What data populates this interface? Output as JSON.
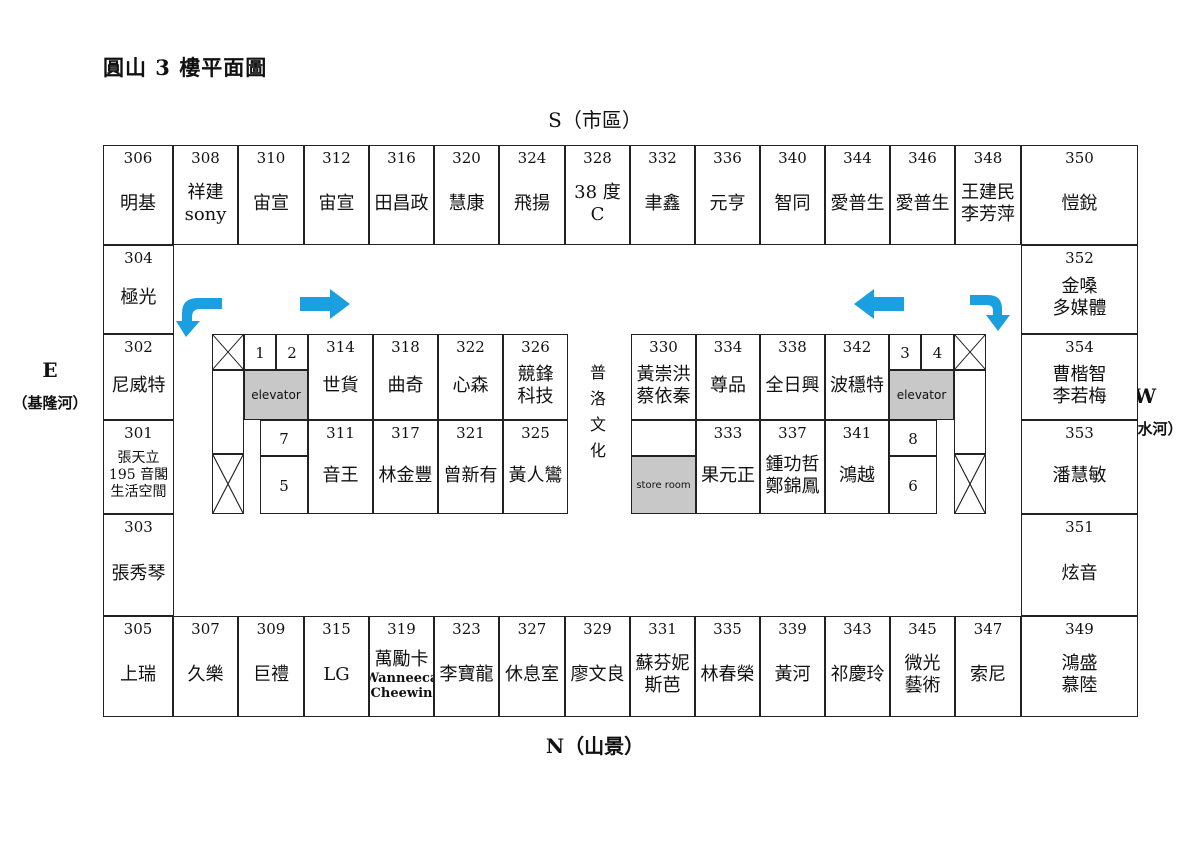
{
  "title": "圓山 3 樓平面圖",
  "directions": {
    "south": "S（市區）",
    "north": "N（山景）",
    "east": "E",
    "east_sub": "（基隆河）",
    "west": "W",
    "west_sub": "（淡水河）"
  },
  "booths": [
    {
      "num": "306",
      "name": "明基"
    },
    {
      "num": "308",
      "name": "祥建\nsony"
    },
    {
      "num": "310",
      "name": "宙宣"
    },
    {
      "num": "312",
      "name": "宙宣"
    },
    {
      "num": "316",
      "name": "田昌政"
    },
    {
      "num": "320",
      "name": "慧康"
    },
    {
      "num": "324",
      "name": "飛揚"
    },
    {
      "num": "328",
      "name": "38 度 C"
    },
    {
      "num": "332",
      "name": "聿鑫"
    },
    {
      "num": "336",
      "name": "元亨"
    },
    {
      "num": "340",
      "name": "智同"
    },
    {
      "num": "344",
      "name": "愛普生"
    },
    {
      "num": "346",
      "name": "愛普生"
    },
    {
      "num": "348",
      "name": "王建民\n李芳萍"
    },
    {
      "num": "350",
      "name": "愷銳"
    },
    {
      "num": "304",
      "name": "極光"
    },
    {
      "num": "352",
      "name": "金嗓\n多媒體"
    },
    {
      "num": "302",
      "name": "尼威特"
    },
    {
      "num": "354",
      "name": "曹楷智\n李若梅"
    },
    {
      "num": "301",
      "name": "張天立\n195 音閣\n生活空間"
    },
    {
      "num": "353",
      "name": "潘慧敏"
    },
    {
      "num": "303",
      "name": "張秀琴"
    },
    {
      "num": "351",
      "name": "炫音"
    },
    {
      "num": "305",
      "name": "上瑞"
    },
    {
      "num": "307",
      "name": "久樂"
    },
    {
      "num": "309",
      "name": "巨禮"
    },
    {
      "num": "315",
      "name": "LG"
    },
    {
      "num": "319",
      "name": "萬勵卡\nWanneeca\nCheewin"
    },
    {
      "num": "323",
      "name": "李寶龍"
    },
    {
      "num": "327",
      "name": "休息室"
    },
    {
      "num": "329",
      "name": "廖文良"
    },
    {
      "num": "331",
      "name": "蘇芬妮\n斯芭"
    },
    {
      "num": "335",
      "name": "林春榮"
    },
    {
      "num": "339",
      "name": "黃河"
    },
    {
      "num": "343",
      "name": "祁慶玲"
    },
    {
      "num": "345",
      "name": "微光\n藝術"
    },
    {
      "num": "347",
      "name": "索尼"
    },
    {
      "num": "349",
      "name": "鴻盛\n慕陸"
    },
    {
      "num": "314",
      "name": "世貨"
    },
    {
      "num": "318",
      "name": "曲奇"
    },
    {
      "num": "322",
      "name": "心森"
    },
    {
      "num": "326",
      "name": "競鋒\n科技"
    },
    {
      "num": "311",
      "name": "音王"
    },
    {
      "num": "317",
      "name": "林金豐"
    },
    {
      "num": "321",
      "name": "曾新有"
    },
    {
      "num": "325",
      "name": "黃人鸞"
    },
    {
      "num": "330",
      "name": "黃崇洪\n蔡依秦"
    },
    {
      "num": "334",
      "name": "尊品"
    },
    {
      "num": "338",
      "name": "全日興"
    },
    {
      "num": "342",
      "name": "波穩特"
    },
    {
      "num": "333",
      "name": "果元正"
    },
    {
      "num": "337",
      "name": "鍾功哲\n鄭錦鳳"
    },
    {
      "num": "341",
      "name": "鴻越"
    }
  ],
  "small_rooms": {
    "r1": "1",
    "r2": "2",
    "r3": "3",
    "r4": "4",
    "r5": "5",
    "r6": "6",
    "r7": "7",
    "r8": "8"
  },
  "labels": {
    "elevator": "elevator",
    "store_room": "store room",
    "center": "普\n洛\n文\n化"
  },
  "colors": {
    "arrow": "#1aa0e0",
    "gray": "#c8c8c8"
  }
}
